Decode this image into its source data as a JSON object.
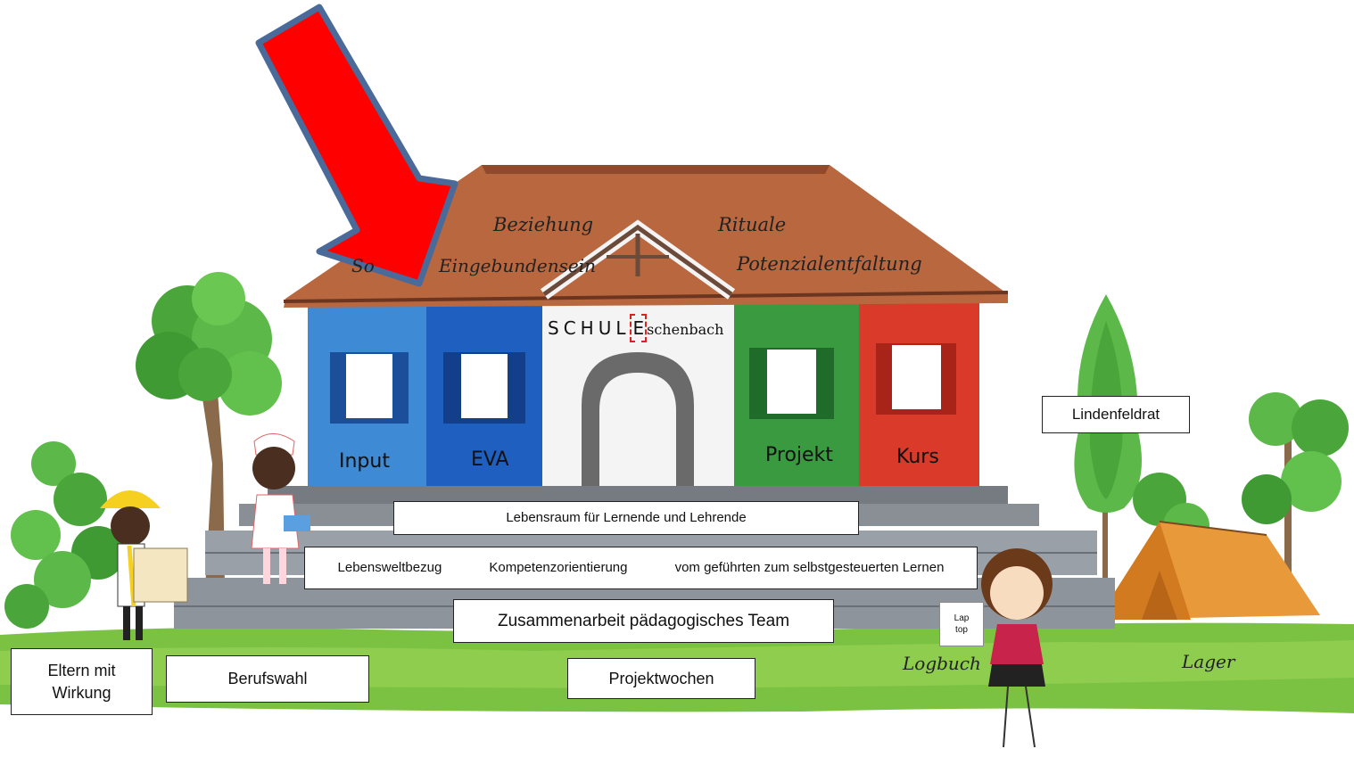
{
  "roof_words": {
    "left_partial": "So",
    "beziehung": "Beziehung",
    "eingebundensein": "Eingebundensein",
    "rituale": "Rituale",
    "potenzial": "Potenzialentfaltung"
  },
  "school_sign": {
    "prefix": "SCHUL",
    "letter": "E",
    "suffix": "schenbach"
  },
  "doors": {
    "input": "Input",
    "eva": "EVA",
    "projekt": "Projekt",
    "kurs": "Kurs"
  },
  "steps": {
    "top": "Lebensraum für Lernende und Lehrende",
    "middle_1": "Lebensweltbezug",
    "middle_2": "Kompetenzorientierung",
    "middle_3": "vom geführten zum selbstgesteuerten Lernen",
    "bottom": "Zusammenarbeit pädagogisches Team"
  },
  "boxes": {
    "lindenfeldrat": "Lindenfeldrat",
    "eltern_line1": "Eltern mit",
    "eltern_line2": "Wirkung",
    "berufswahl": "Berufswahl",
    "projektwochen": "Projektwochen",
    "laptop_line1": "Lap",
    "laptop_line2": "top"
  },
  "ground_labels": {
    "logbuch": "Logbuch",
    "lager": "Lager"
  },
  "colors": {
    "arrow": "#ff0000",
    "arrow_outline": "#4a6a9a",
    "roof": "#b9673f",
    "blue_light": "#3f8ad4",
    "blue_dark": "#1f5fc0",
    "green": "#3a9a3f",
    "red": "#d93a2a",
    "grass": "#7cc242"
  }
}
